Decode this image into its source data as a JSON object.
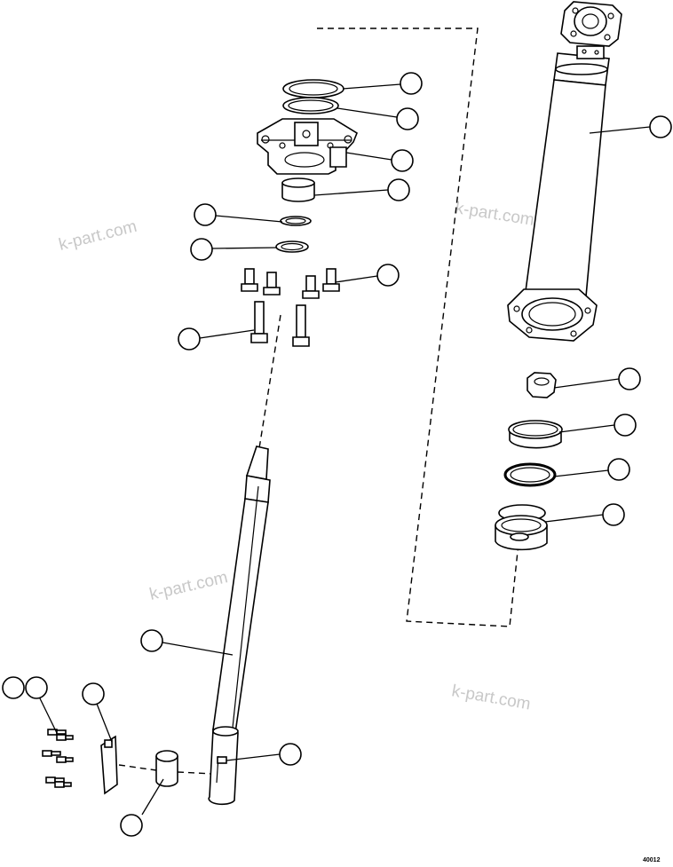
{
  "watermarks": [
    {
      "id": "wm1",
      "text": "k-part.com"
    },
    {
      "id": "wm2",
      "text": "k-part.com"
    },
    {
      "id": "wm3",
      "text": "k-part.com"
    },
    {
      "id": "wm4",
      "text": "k-part.com"
    }
  ],
  "drawing_ref": "40012"
}
